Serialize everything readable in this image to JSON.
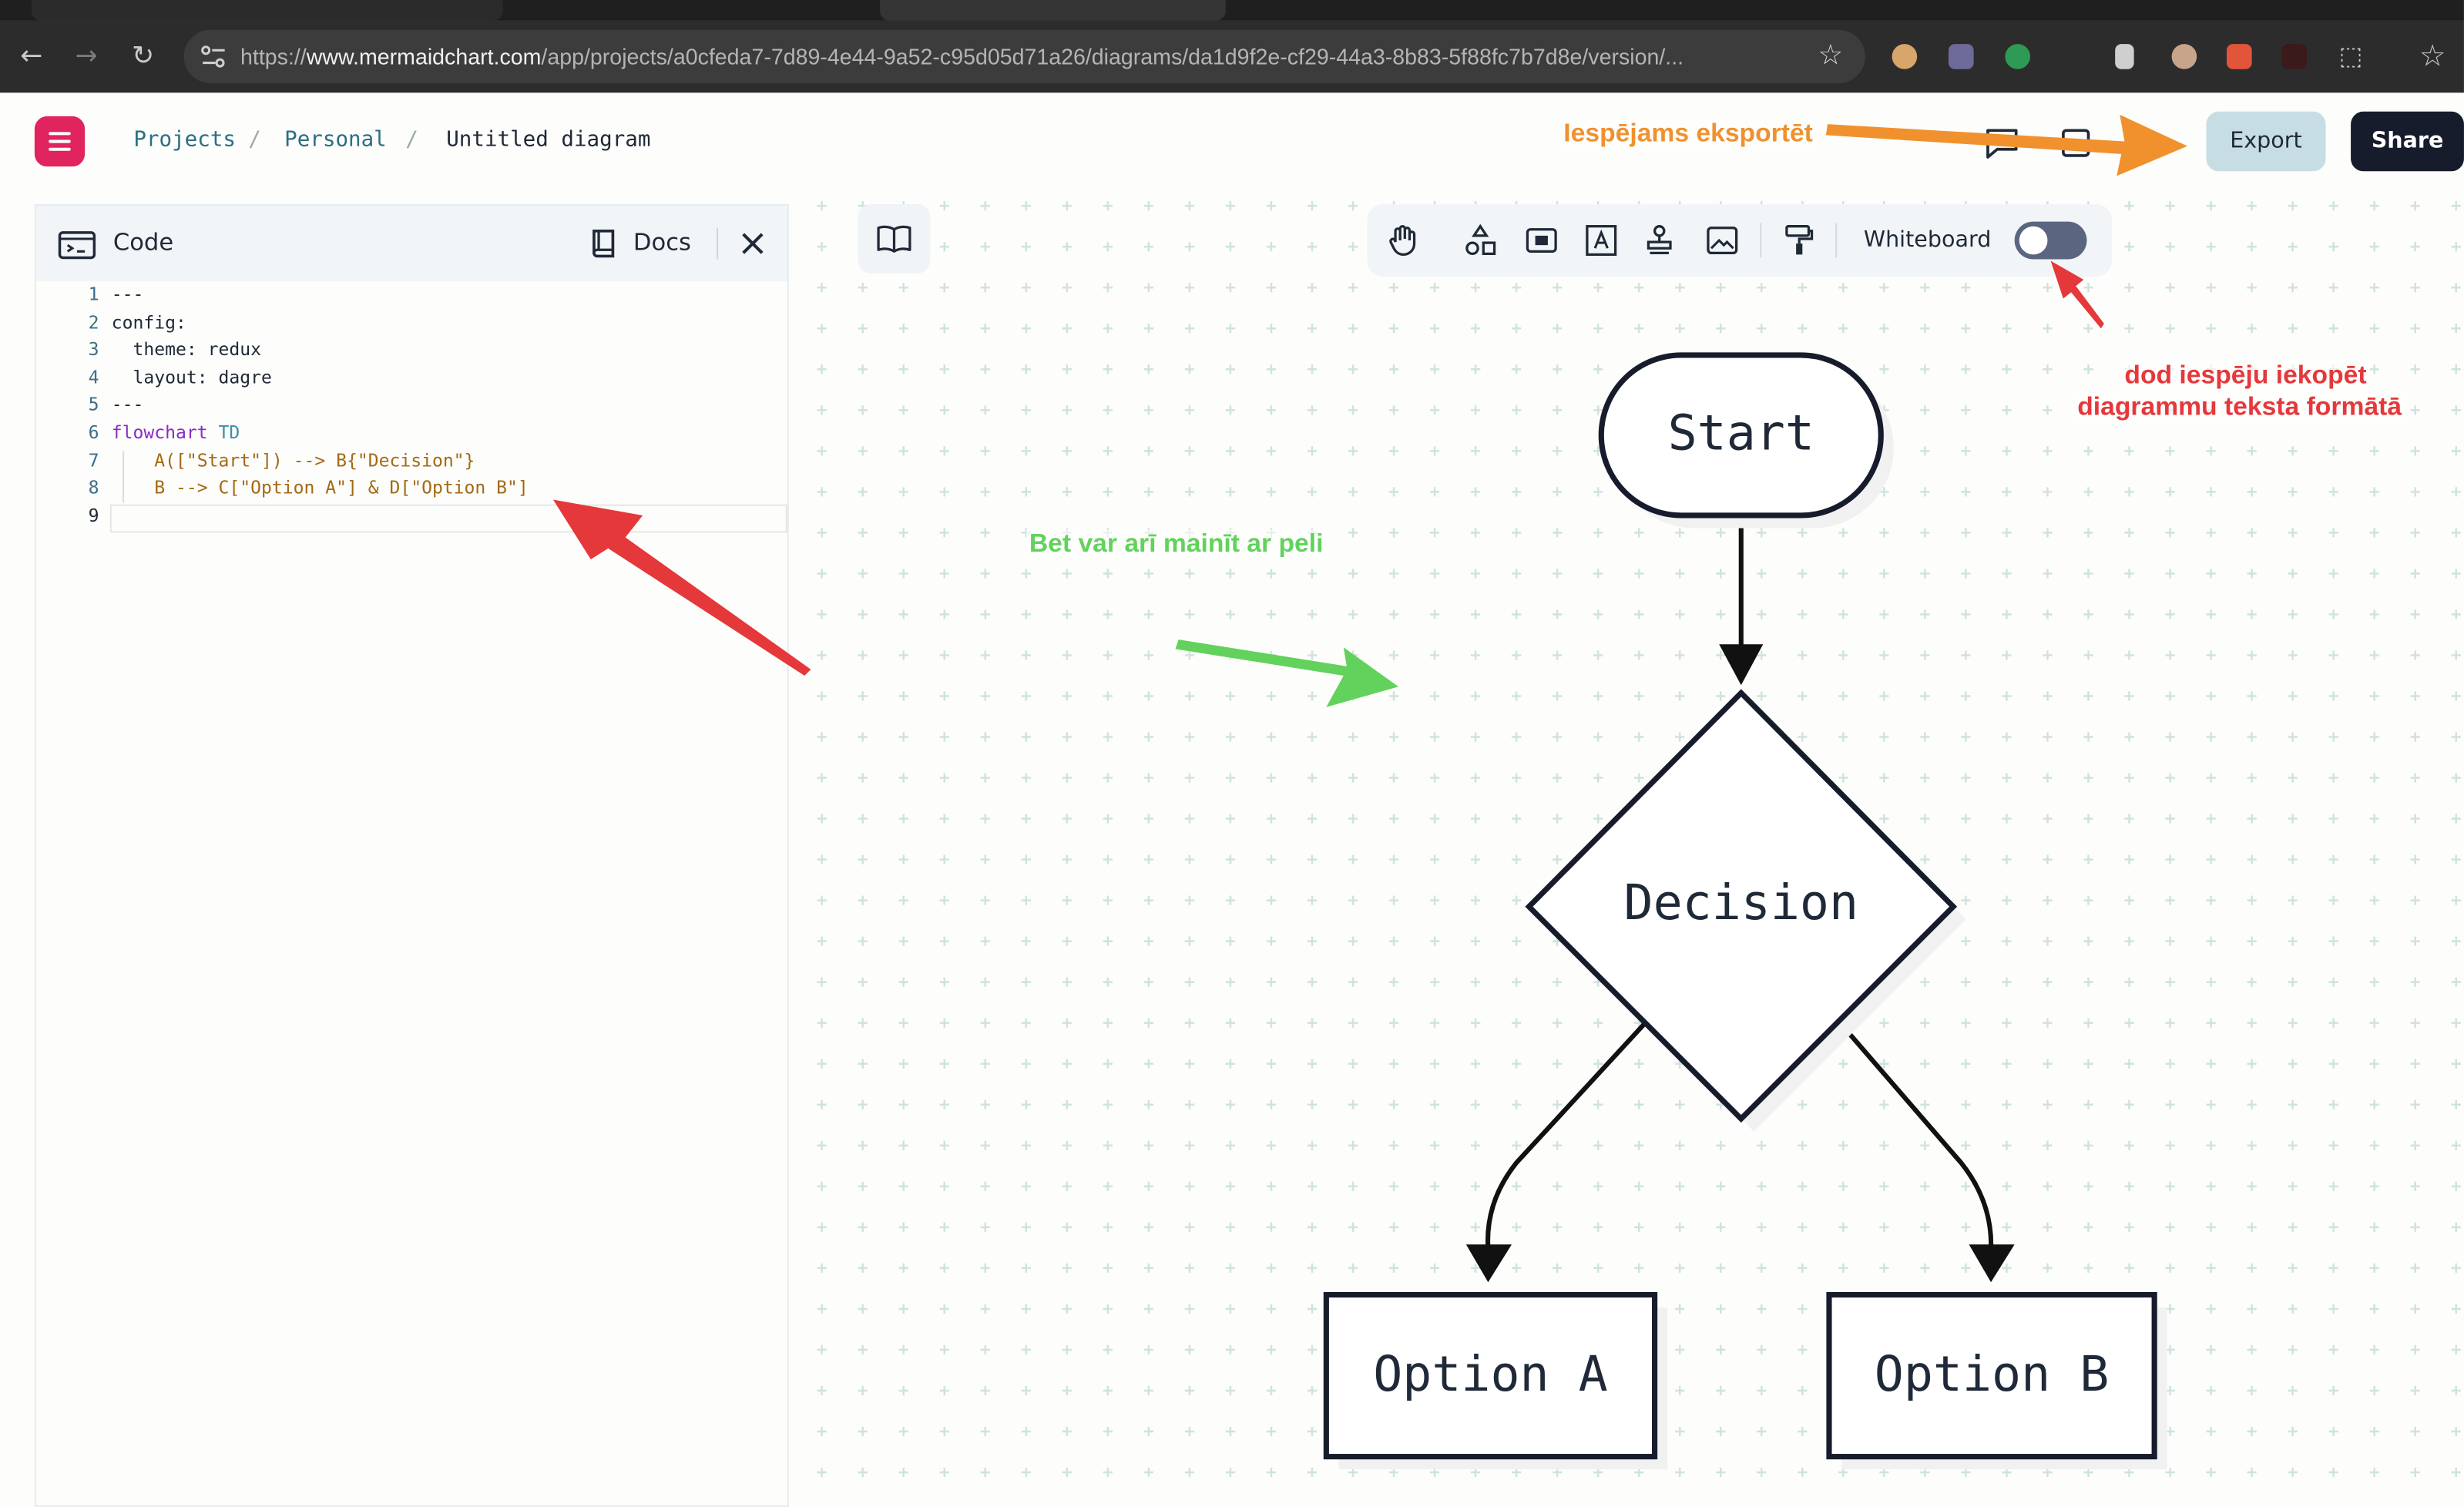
{
  "browser": {
    "url_prefix": "https://",
    "url_host": "www.mermaidchart.com",
    "url_path": "/app/projects/a0cfeda7-7d89-4e44-9a52-c95d05d71a26/diagrams/da1d9f2e-cf29-44a3-8b83-5f88fc7b7d8e/version/..."
  },
  "header": {
    "breadcrumb": [
      "Projects",
      "Personal",
      "Untitled diagram"
    ],
    "breadcrumb_separator": "/",
    "export_label": "Export",
    "share_label": "Share"
  },
  "code_panel": {
    "title": "Code",
    "docs_label": "Docs",
    "lines": [
      {
        "num": "1",
        "text": "---"
      },
      {
        "num": "2",
        "text": "config:"
      },
      {
        "num": "3",
        "text": "  theme: redux"
      },
      {
        "num": "4",
        "text": "  layout: dagre"
      },
      {
        "num": "5",
        "text": "---"
      },
      {
        "num": "6",
        "kw": "flowchart",
        "rest": " TD"
      },
      {
        "num": "7",
        "text": "    A([\"Start\"]) --> B{\"Decision\"}"
      },
      {
        "num": "8",
        "text": "    B --> C[\"Option A\"] & D[\"Option B\"]"
      },
      {
        "num": "9",
        "text": ""
      }
    ]
  },
  "toolbar": {
    "whiteboard_label": "Whiteboard",
    "whiteboard_on": false,
    "tools": [
      "hand-icon",
      "shapes-icon",
      "frame-icon",
      "text-icon",
      "stamp-icon",
      "image-icon",
      "paint-roller-icon"
    ]
  },
  "diagram": {
    "nodes": {
      "start": "Start",
      "decision": "Decision",
      "option_a": "Option A",
      "option_b": "Option B"
    }
  },
  "annotations": {
    "export_note": "Iespējams eksportēt",
    "copy_note_1": "dod iespēju iekopēt",
    "copy_note_2": "diagrammu teksta formātā",
    "mouse_note": "Bet var arī mainīt ar peli",
    "colors": {
      "orange": "#f0912e",
      "red": "#e5383b",
      "green": "#62d25c"
    }
  }
}
